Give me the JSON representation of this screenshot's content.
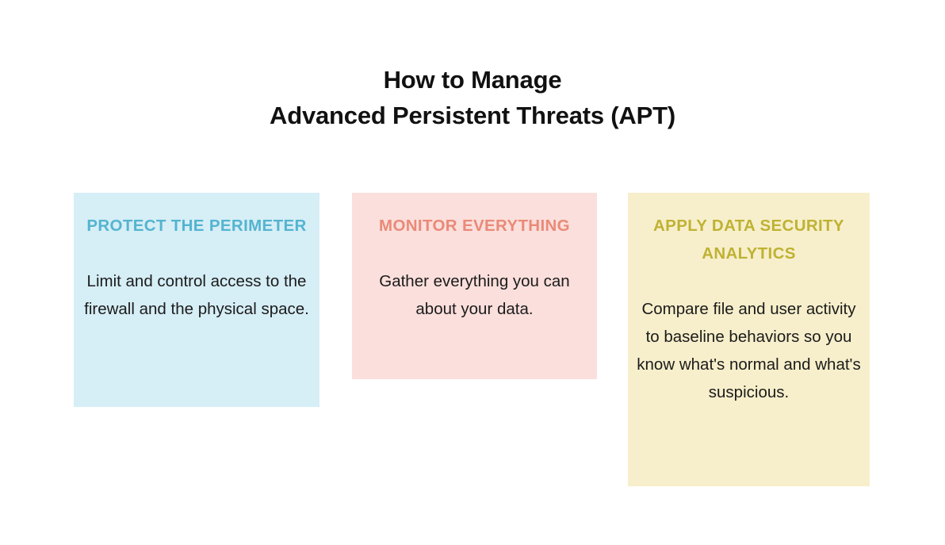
{
  "title": {
    "lines": [
      "How to Manage",
      "Advanced Persistent Threats (APT)"
    ]
  },
  "cards": [
    {
      "id": "protect-perimeter",
      "heading": "PROTECT THE PERIMETER",
      "body": "Limit and control access to the firewall and the physical space.",
      "background_color": "#d6eef6",
      "heading_color": "#54b4d0",
      "body_color": "#1b1b1b"
    },
    {
      "id": "monitor-everything",
      "heading": "MONITOR EVERYTHING",
      "body": "Gather everything you can about your data.",
      "background_color": "#fbdfdc",
      "heading_color": "#e98a78",
      "body_color": "#1b1b1b"
    },
    {
      "id": "apply-data-security-analytics",
      "heading": "APPLY DATA SECURITY ANALYTICS",
      "body": "Compare file and user activity to baseline behaviors so you know what's normal and what's suspicious.",
      "background_color": "#f7efcb",
      "heading_color": "#bfb233",
      "body_color": "#1b1b1b"
    }
  ],
  "page": {
    "background_color": "#ffffff",
    "title_color": "#111111"
  }
}
